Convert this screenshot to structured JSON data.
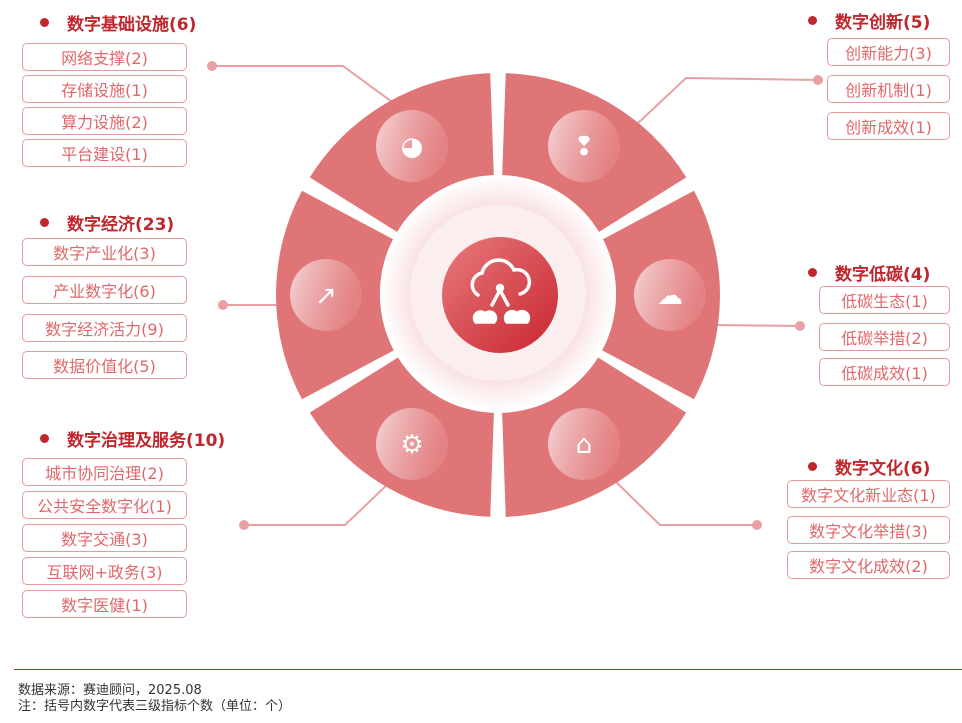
{
  "center": {
    "icon": "cloud-network-icon"
  },
  "groups": [
    {
      "title": "数字基础设施(6)",
      "icon": "pie-chart-icon",
      "items": [
        "网络支撑(2)",
        "存储设施(1)",
        "算力设施(2)",
        "平台建设(1)"
      ]
    },
    {
      "title": "数字创新(5)",
      "icon": "idea-bubble-icon",
      "items": [
        "创新能力(3)",
        "创新机制(1)",
        "创新成效(1)"
      ]
    },
    {
      "title": "数字经济(23)",
      "icon": "growth-chart-icon",
      "items": [
        "数字产业化(3)",
        "产业数字化(6)",
        "数字经济活力(9)",
        "数据价值化(5)"
      ]
    },
    {
      "title": "数字低碳(4)",
      "icon": "leaf-cloud-icon",
      "items": [
        "低碳生态(1)",
        "低碳举措(2)",
        "低碳成效(1)"
      ]
    },
    {
      "title": "数字治理及服务(10)",
      "icon": "gears-icon",
      "items": [
        "城市协同治理(2)",
        "公共安全数字化(1)",
        "数字交通(3)",
        "互联网+政务(3)",
        "数字医健(1)"
      ]
    },
    {
      "title": "数字文化(6)",
      "icon": "home-gear-icon",
      "items": [
        "数字文化新业态(1)",
        "数字文化举措(3)",
        "数字文化成效(2)"
      ]
    }
  ],
  "footer": {
    "source": "数据来源：赛迪顾问，2025.08",
    "note": "注：括号内数字代表三级指标个数（单位：个）"
  },
  "colors": {
    "accent": "#c0272d",
    "segment": "#e07577",
    "line": "#e9a0a2"
  }
}
